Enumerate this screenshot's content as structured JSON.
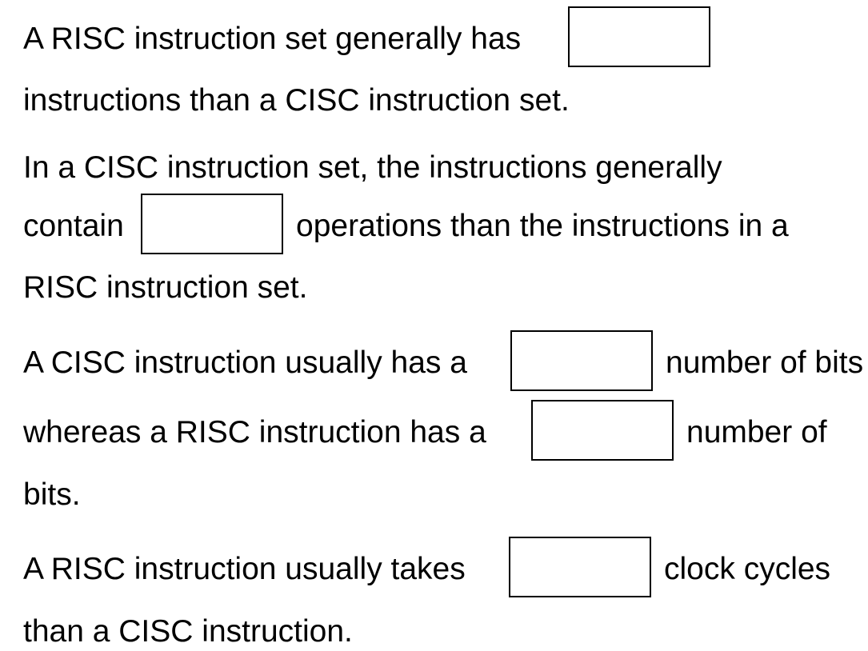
{
  "questions": [
    {
      "line1_before": "A RISC instruction set generally has",
      "line2": "instructions than a CISC instruction set.",
      "blank_value": ""
    },
    {
      "line1": "In a CISC instruction set, the instructions generally",
      "line2_before": "contain",
      "line2_after": "operations than the instructions in a",
      "line3": "RISC instruction set.",
      "blank_value": ""
    },
    {
      "line1_before": "A CISC instruction usually has a",
      "line1_after": "number of bits",
      "line2_before": "whereas a RISC instruction has a",
      "line2_after": "number of",
      "line3": "bits.",
      "blank1_value": "",
      "blank2_value": ""
    },
    {
      "line1_before": "A RISC instruction usually takes",
      "line1_after": "clock cycles",
      "line2": "than a CISC instruction.",
      "blank_value": ""
    }
  ]
}
